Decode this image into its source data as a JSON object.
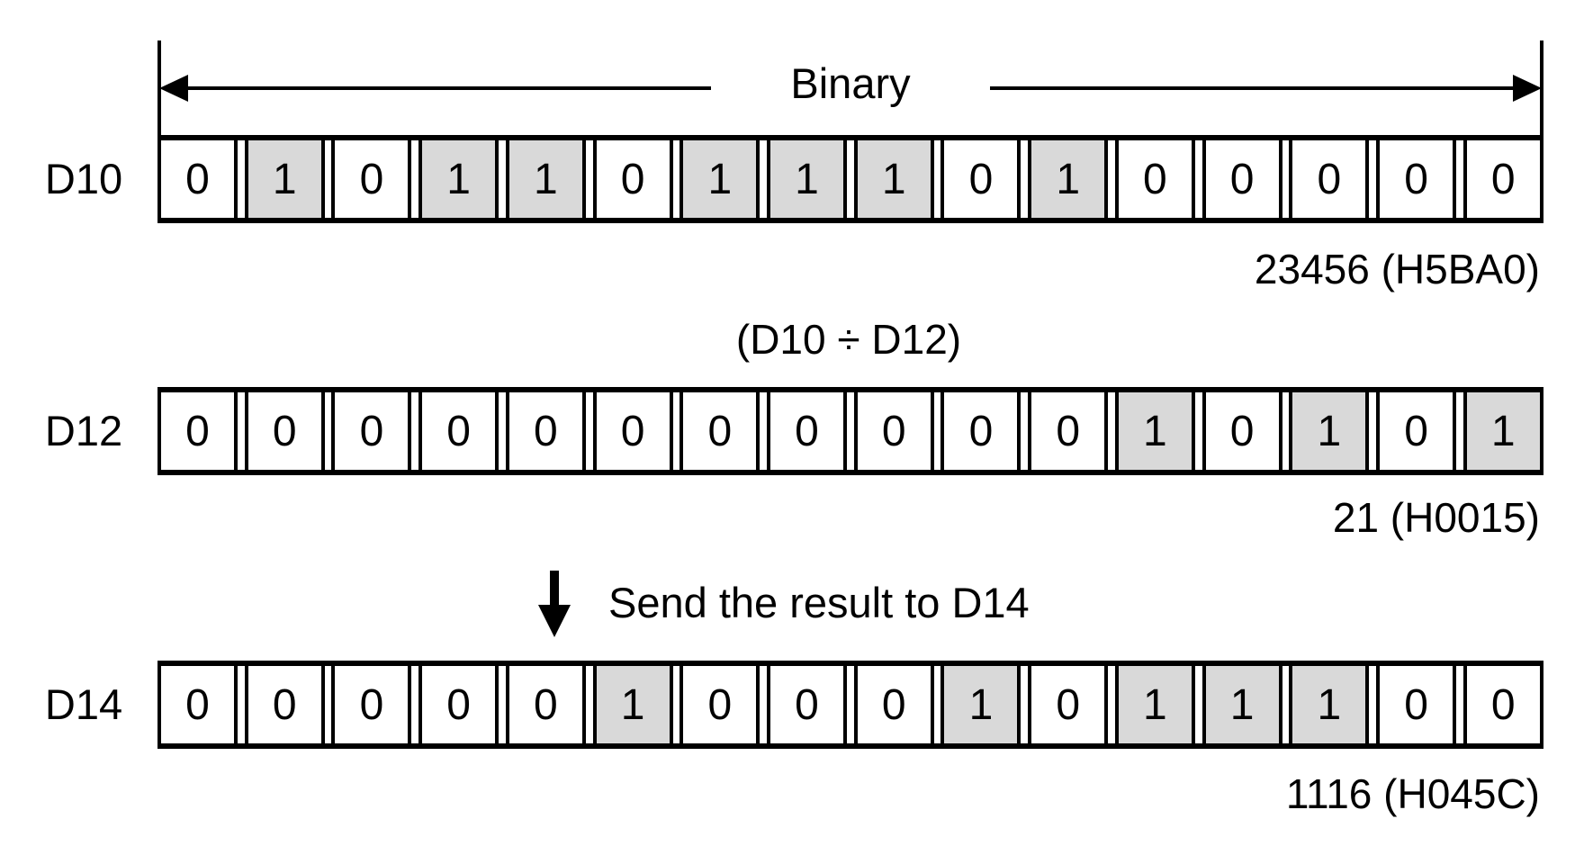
{
  "binary_span": {
    "label": "Binary"
  },
  "registers": [
    {
      "name": "D10",
      "bits": [
        "0",
        "1",
        "0",
        "1",
        "1",
        "0",
        "1",
        "1",
        "1",
        "0",
        "1",
        "0",
        "0",
        "0",
        "0",
        "0"
      ],
      "value_label": "23456 (H5BA0)"
    },
    {
      "name": "D12",
      "bits": [
        "0",
        "0",
        "0",
        "0",
        "0",
        "0",
        "0",
        "0",
        "0",
        "0",
        "0",
        "1",
        "0",
        "1",
        "0",
        "1"
      ],
      "value_label": "21 (H0015)"
    },
    {
      "name": "D14",
      "bits": [
        "0",
        "0",
        "0",
        "0",
        "0",
        "1",
        "0",
        "0",
        "0",
        "1",
        "0",
        "1",
        "1",
        "1",
        "0",
        "0"
      ],
      "value_label": "1116 (H045C)"
    }
  ],
  "operation_label": "(D10 ÷ D12)",
  "send_label": "Send the result to D14",
  "colors": {
    "bit_set_background": "#d9d9d9",
    "line": "#000000",
    "page_background": "#ffffff"
  }
}
